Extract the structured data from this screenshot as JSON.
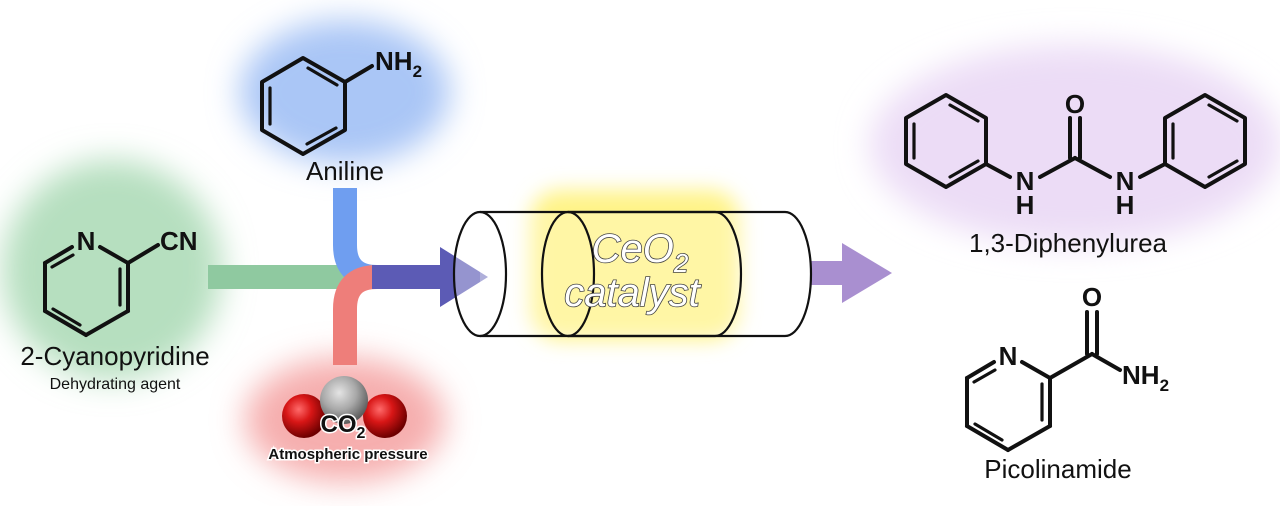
{
  "reactants": {
    "aniline": {
      "name": "Aniline",
      "group": "NH",
      "group_sub": "2",
      "glow_color": "#9bbcf5"
    },
    "cyanopyridine": {
      "name": "2-Cyanopyridine",
      "role": "Dehydrating agent",
      "ring_atom": "N",
      "group": "CN",
      "glow_color": "#a9d9b4"
    },
    "co2": {
      "formula": "CO",
      "formula_sub": "2",
      "condition": "Atmospheric pressure",
      "glow_color": "#f5a0a0"
    }
  },
  "catalyst": {
    "name": "CeO",
    "name_sub": "2",
    "name_line2": "catalyst",
    "glow_color": "#fff27a"
  },
  "products": {
    "diphenylurea": {
      "name": "1,3-Diphenylurea",
      "carbonyl_atom": "O",
      "nh_left": "N",
      "nh_right": "N",
      "h_left": "H",
      "h_right": "H",
      "glow_color": "#e9d6f5"
    },
    "picolinamide": {
      "name": "Picolinamide",
      "ring_atom": "N",
      "carbonyl_atom": "O",
      "group": "NH",
      "group_sub": "2"
    }
  },
  "flow_colors": {
    "aniline": "#6f9ef0",
    "cyanopyridine": "#8fc9a0",
    "co2": "#ee7e7a",
    "merged": "#5c5bb5",
    "product": "#a98fd0"
  }
}
